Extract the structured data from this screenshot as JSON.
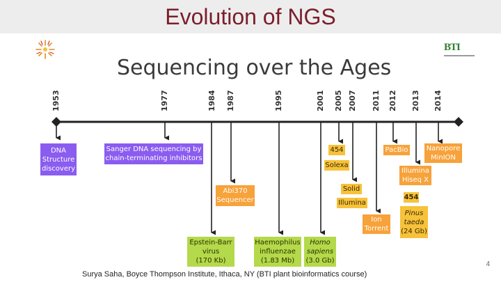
{
  "slide": {
    "title": "Evolution of NGS",
    "footer": "Surya Saha, Boyce Thompson Institute, Ithaca, NY (BTI plant bioinformatics course)",
    "page_number": "4"
  },
  "figure": {
    "title": "Sequencing over the Ages",
    "right_logo_text": "BTI",
    "years": [
      "1953",
      "1977",
      "1984",
      "1987",
      "1995",
      "2001",
      "2005",
      "2007",
      "2011",
      "2012",
      "2013",
      "2014"
    ],
    "events": {
      "dna_structure": "DNA\nStructure\ndiscovery",
      "sanger": "Sanger DNA sequencing by\nchain-terminating inhibitors",
      "abi370": "Abi370\nSequencer",
      "epstein_barr": "Epstein-Barr\nvirus\n(170 Kb)",
      "haemophilus": "Haemophilus\ninfluenzae\n(1.83 Mb)",
      "homo_sapiens_name": "Homo\nsapiens",
      "homo_sapiens_size": "(3.0 Gb)",
      "g454": "454",
      "solexa": "Solexa",
      "solid": "Solid",
      "illumina": "Illumina",
      "ion_torrent": "Ion\nTorrent",
      "pacbio": "PacBio",
      "nanopore": "Nanopore\nMinION",
      "illumina_hiseq": "Illumina\nHiseq X",
      "g454_2": "454",
      "pinus_name": "Pinus\ntaeda",
      "pinus_size": "(24 Gb)"
    },
    "colors": {
      "discovery": "#8a5cf0",
      "instrument": "#f7a23a",
      "genome": "#b4d94a",
      "title_red": "#7b1e2b"
    }
  }
}
